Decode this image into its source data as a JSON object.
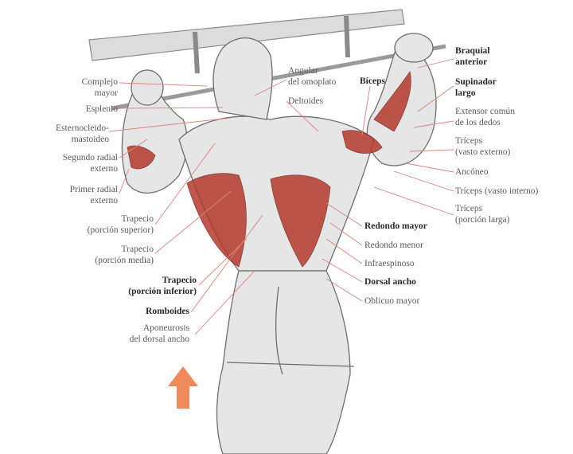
{
  "colors": {
    "muscle_red": "#b33a2e",
    "leader_line": "#d9857a",
    "skin": "#e6e6e6",
    "outline": "#6e6e6e",
    "bar": "#d4d4d4",
    "arrow": "#f08a5d"
  },
  "icons": {
    "direction_arrow": "upward-arrow"
  },
  "labels_left": {
    "complejo_mayor": [
      "Complejo",
      "mayor"
    ],
    "esplenio": [
      "Esplenio"
    ],
    "esternocleidomastoideo": [
      "Esternocleido-",
      "mastoideo"
    ],
    "segundo_radial_externo": [
      "Segundo radial",
      "externo"
    ],
    "primer_radial_externo": [
      "Primer radial",
      "externo"
    ],
    "trapecio_superior": [
      "Trapecio",
      "(porción superior)"
    ],
    "trapecio_media": [
      "Trapecio",
      "(porción media)"
    ],
    "trapecio_inferior": [
      "Trapecio",
      "(porción inferior)"
    ],
    "romboides": [
      "Romboides"
    ],
    "aponeurosis": [
      "Aponeurosis",
      "del dorsal ancho"
    ]
  },
  "labels_center": {
    "angular_omoplato": [
      "Angular",
      "del omoplato"
    ],
    "deltoides": [
      "Deltoides"
    ],
    "biceps": [
      "Bíceps"
    ]
  },
  "labels_right": {
    "braquial_anterior": [
      "Braquial",
      "anterior"
    ],
    "supinador_largo": [
      "Supinador",
      "largo"
    ],
    "extensor_comun": [
      "Extensor común",
      "de los dedos"
    ],
    "triceps_vasto_externo": [
      "Tríceps",
      "(vasto externo)"
    ],
    "ancóneo": [
      "Ancóneo"
    ],
    "triceps_vasto_interno": [
      "Tríceps (vasto interno)"
    ],
    "triceps_porcion_larga": [
      "Tríceps",
      "(porción larga)"
    ],
    "redondo_mayor": [
      "Redondo mayor"
    ],
    "redondo_menor": [
      "Redondo menor"
    ],
    "infraespinoso": [
      "Infraespinoso"
    ],
    "dorsal_ancho": [
      "Dorsal ancho"
    ],
    "oblicuo_mayor": [
      "Oblicuo mayor"
    ]
  }
}
